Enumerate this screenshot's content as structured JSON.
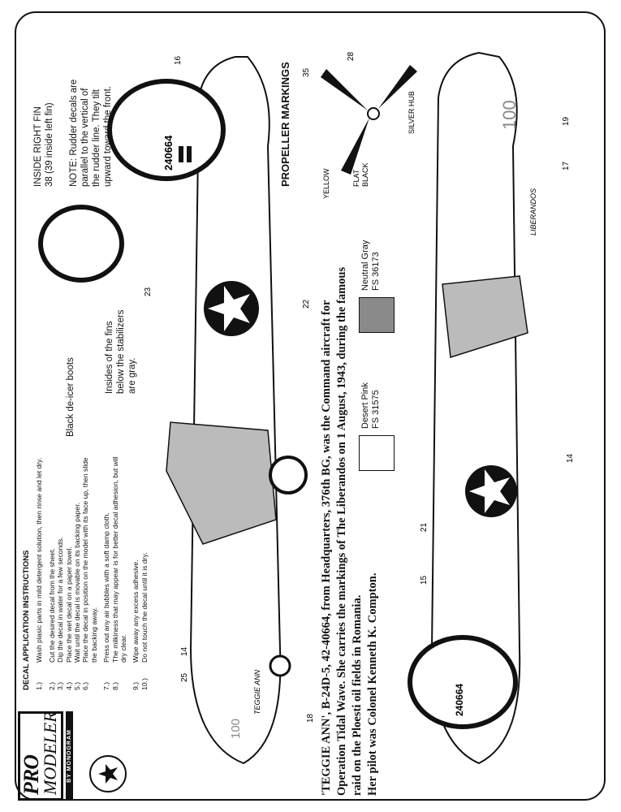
{
  "logo": {
    "line1": "PRO",
    "line2": "MODELER",
    "byline": "BY MONOGRAM"
  },
  "instructions": {
    "title": "DECAL APPLICATION INSTRUCTIONS",
    "steps": [
      {
        "n": "1.)",
        "text": "Wash plasic parts in mild detergent solution, then rinse and let dry."
      },
      {
        "n": "2.)",
        "text": "Cut the desired decal from the sheet."
      },
      {
        "n": "3.)",
        "text": "Dip the decal in water for a few seconds."
      },
      {
        "n": "4.)",
        "text": "Place the wet decal on a paper towel."
      },
      {
        "n": "5.)",
        "text": "Wait until the decal is movable on its backing paper."
      },
      {
        "n": "6.)",
        "text": "Place the decal in position on the model with its face up, then slide the backing away."
      },
      {
        "n": "7.)",
        "text": "Press out any air bubbles with a soft damp cloth."
      },
      {
        "n": "8.)",
        "text": "The milkiness that may appear is for better decal adhesion, but will dry clear."
      },
      {
        "n": "9.)",
        "text": "Wipe away any excess adhesive."
      },
      {
        "n": "10.)",
        "text": "Do not touch the decal until it is dry."
      }
    ]
  },
  "caption": {
    "line1": "'TEGGIE ANN', B-24D-5, 42-40664, from Headquarters, 376th BG, was the Command aircraft for",
    "line2": "Operation Tidal Wave. She carries the markings of The Liberandos on 1 August, 1943, during the famous",
    "line3": "raid on the Ploesti oil fields in Romania.",
    "line4": "Her pilot was Colonel Kenneth K. Compton."
  },
  "colors": [
    {
      "name": "Desert Pink",
      "code": "FS 31575",
      "hex": "#ffffff"
    },
    {
      "name": "Neutral Gray",
      "code": "FS 36173",
      "hex": "#8a8a8a"
    }
  ],
  "notes": {
    "deicer": "Black de-icer boots",
    "fins_line1": "Insides of the fins",
    "fins_line2": "below the stabilizers",
    "fins_line3": "are gray.",
    "inside_fin_line1": "INSIDE RIGHT FIN",
    "inside_fin_line2": "38 (39 inside left fin)",
    "rudder_line1": "NOTE: Rudder decals are",
    "rudder_line2": "parallel to the vertical of",
    "rudder_line3": "the rudder line. They tilt",
    "rudder_line4": "upward toward the front."
  },
  "propeller": {
    "title": "PROPELLER MARKINGS",
    "yellow": "YELLOW",
    "flat1": "FLAT",
    "flat2": "BLACK",
    "hub": "SILVER HUB",
    "callouts": [
      "35",
      "28"
    ]
  },
  "aircraft": {
    "serial": "240664",
    "tail_number": "100",
    "nose_art": "TEGGIE ANN",
    "bottom_art": "LIBERANDOS",
    "top_callouts": [
      "16",
      "23",
      "22",
      "25",
      "14",
      "18"
    ],
    "bottom_callouts": [
      "19",
      "17",
      "14",
      "21",
      "15"
    ]
  }
}
